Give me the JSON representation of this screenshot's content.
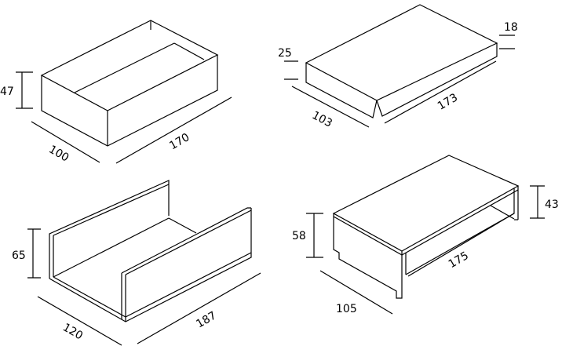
{
  "drawings": [
    {
      "name": "open-box",
      "dims": {
        "height": "47",
        "width": "100",
        "length": "170"
      }
    },
    {
      "name": "slab",
      "dims": {
        "thickness_left": "25",
        "thickness_right": "18",
        "width": "103",
        "length": "173"
      }
    },
    {
      "name": "u-channel",
      "dims": {
        "height": "65",
        "width": "120",
        "length": "187"
      }
    },
    {
      "name": "table",
      "dims": {
        "height_left": "58",
        "height_right": "43",
        "width": "105",
        "length": "175"
      }
    }
  ]
}
